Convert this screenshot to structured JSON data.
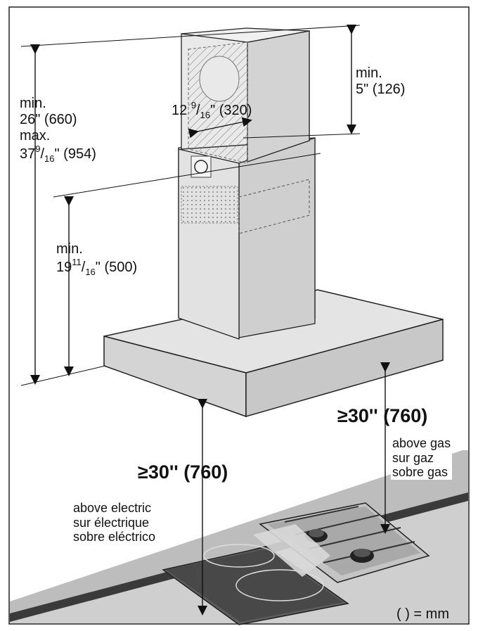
{
  "labels": {
    "chimney_top_gap": {
      "line1": "min.",
      "line2": "5\" (126)"
    },
    "ceiling_to_canopy": {
      "min_label": "min.",
      "min_value": "26\" (660)",
      "max_label": "max.",
      "max_whole": "37",
      "max_num": "9",
      "max_den": "16",
      "max_tail": "\" (954)"
    },
    "chimney_width": {
      "whole": "12 ",
      "num": "9",
      "den": "16",
      "tail": "\" (320)"
    },
    "lower_chimney": {
      "label": "min.",
      "whole": "19",
      "num": "11",
      "den": "16",
      "tail": "\" (500)"
    },
    "electric_clearance": "≥30'' (760)",
    "gas_clearance": "≥30'' (760)",
    "gas_text": [
      "above gas",
      "sur gaz",
      "sobre gas"
    ],
    "electric_text": [
      "above electric",
      "sur électrique",
      "sobre eléctrico"
    ],
    "units_note": "( ) = mm"
  },
  "colors": {
    "hood_light": "#e9e9e9",
    "hood_mid": "#d6d6d6",
    "hood_dark": "#bdbdbd",
    "counter": "#c9c9c9",
    "wall_dark": "#3c3c3c",
    "cooktop": "#5a5a5a"
  }
}
